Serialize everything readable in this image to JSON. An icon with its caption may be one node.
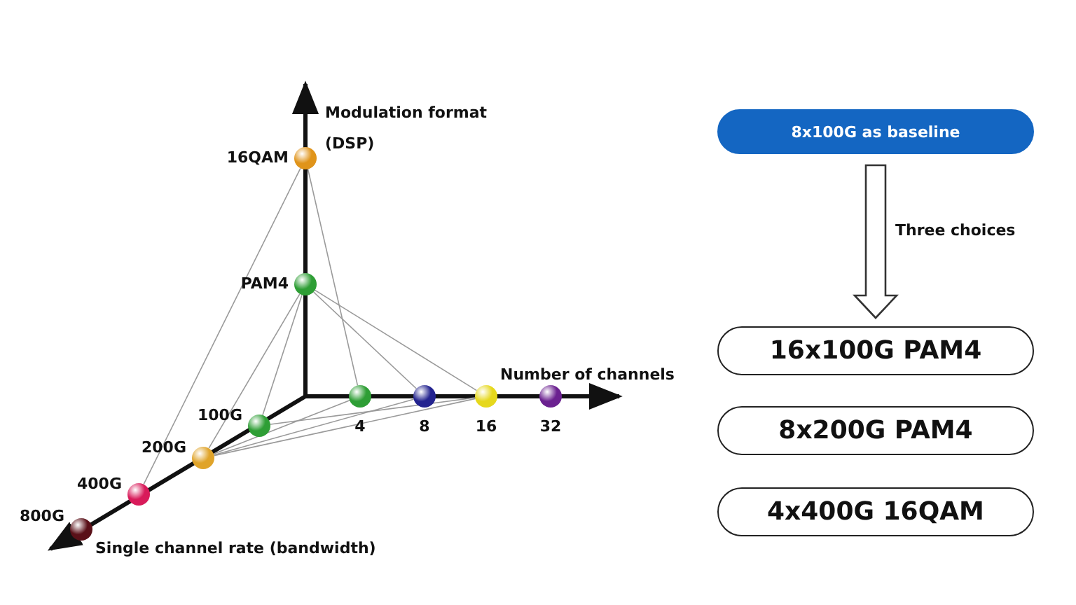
{
  "diagram": {
    "nodes": [
      {
        "text": [],
        "shape": "circle",
        "beside": [
          "16QAM"
        ]
      },
      {
        "text": [],
        "shape": "circle",
        "beside": [
          "PAM4"
        ]
      },
      {
        "text": [],
        "shape": "circle",
        "beside": [
          "100G"
        ]
      },
      {
        "text": [],
        "shape": "circle",
        "beside": [
          "4"
        ]
      },
      {
        "text": [],
        "shape": "circle",
        "beside": [
          "8"
        ]
      },
      {
        "text": [],
        "shape": "circle",
        "beside": [
          "16"
        ]
      },
      {
        "text": [],
        "shape": "circle",
        "beside": [
          "32"
        ]
      },
      {
        "text": [],
        "shape": "circle",
        "beside": [
          "200G"
        ]
      },
      {
        "text": [],
        "shape": "circle",
        "beside": [
          "400G"
        ]
      },
      {
        "text": [],
        "shape": "circle",
        "beside": [
          "800G"
        ]
      },
      {
        "text": [
          "8x100G as baseline"
        ]
      },
      {
        "text": [
          "16x100G PAM4"
        ]
      },
      {
        "text": [
          "8x200G PAM4"
        ]
      },
      {
        "text": [
          "4x400G 16QAM"
        ]
      }
    ],
    "edges": [
      {
        "from": 0,
        "to": 8,
        "arrow": "none"
      },
      {
        "from": 0,
        "to": 3,
        "arrow": "none"
      },
      {
        "from": 1,
        "to": 2,
        "arrow": "none"
      },
      {
        "from": 1,
        "to": 7,
        "arrow": "none"
      },
      {
        "from": 1,
        "to": 4,
        "arrow": "none"
      },
      {
        "from": 1,
        "to": 5,
        "arrow": "none"
      },
      {
        "from": 2,
        "to": 5,
        "arrow": "none"
      },
      {
        "from": 7,
        "to": 3,
        "arrow": "none"
      },
      {
        "from": 7,
        "to": 4,
        "arrow": "none"
      },
      {
        "from": 7,
        "to": 5,
        "arrow": "none"
      },
      {
        "from": 10,
        "to": 11,
        "arrow": "to",
        "label": "Three choices"
      }
    ],
    "labels": [
      "Modulation format (DSP)",
      "Number of channels",
      "Single channel rate (bandwidth)"
    ]
  }
}
